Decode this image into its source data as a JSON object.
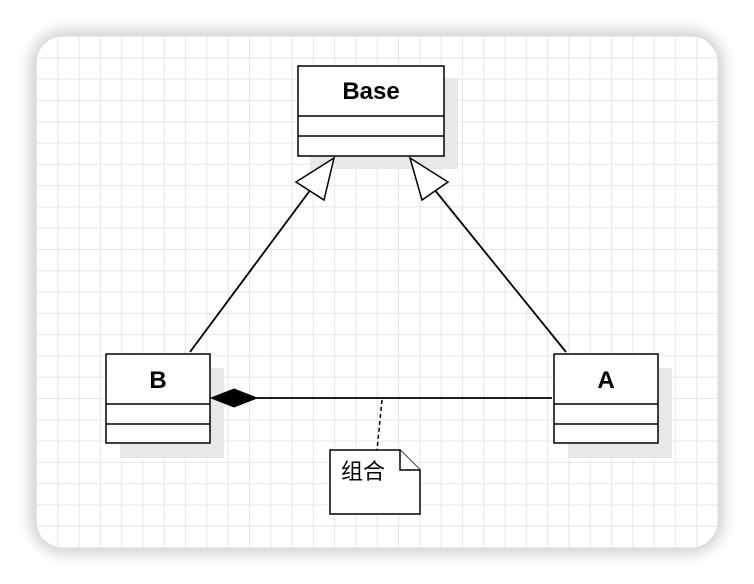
{
  "classes": {
    "base": {
      "name": "Base"
    },
    "b": {
      "name": "B"
    },
    "a": {
      "name": "A"
    }
  },
  "note": {
    "text": "组合"
  },
  "relations": [
    {
      "type": "generalization",
      "from": "B",
      "to": "Base"
    },
    {
      "type": "generalization",
      "from": "A",
      "to": "Base"
    },
    {
      "type": "composition",
      "whole": "B",
      "part": "A"
    }
  ],
  "colors": {
    "stroke": "#000000",
    "fill": "#ffffff",
    "grid": "#e6e6e6",
    "shadow": "#e8e8e8"
  }
}
